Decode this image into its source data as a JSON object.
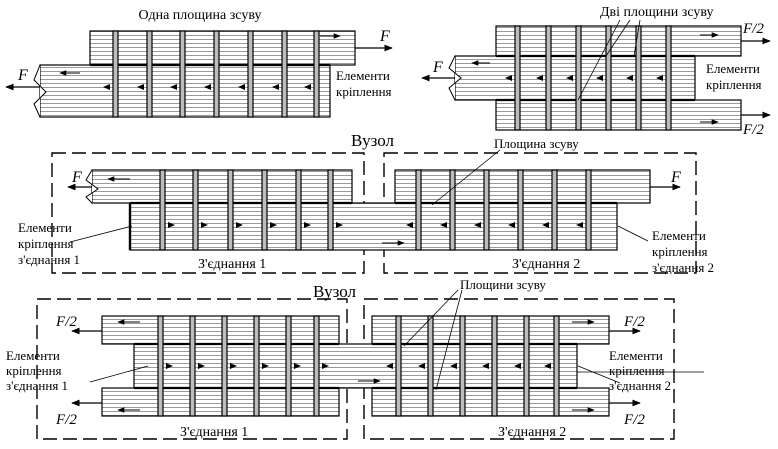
{
  "panel_a": {
    "title": "Одна площина зсуву",
    "force_right": "F",
    "force_left": "F",
    "fastener_label_line1": "Елементи",
    "fastener_label_line2": "кріплення"
  },
  "panel_b": {
    "title": "Дві площини зсуву",
    "force_left": "F",
    "force_top_right": "F/2",
    "force_bottom_right": "F/2",
    "fastener_label_line1": "Елементи",
    "fastener_label_line2": "кріплення"
  },
  "panel_c": {
    "node_label": "Вузол",
    "shear_plane_label": "Площина зсуву",
    "force_left": "F",
    "force_right": "F",
    "left_fastener_line1": "Елементи",
    "left_fastener_line2": "кріплення",
    "left_fastener_line3": "з'єднання 1",
    "right_fastener_line1": "Елементи",
    "right_fastener_line2": "кріплення",
    "right_fastener_line3": "з'єднання 2",
    "joint1_label": "З'єднання 1",
    "joint2_label": "З'єднання 2"
  },
  "panel_d": {
    "node_label": "Вузол",
    "shear_planes_label": "Площини зсуву",
    "force_top_left": "F/2",
    "force_bottom_left": "F/2",
    "force_top_right": "F/2",
    "force_bottom_right": "F/2",
    "left_fastener_line1": "Елементи",
    "left_fastener_line2": "кріплення",
    "left_fastener_line3": "з'єднання 1",
    "right_fastener_line1": "Елементи",
    "right_fastener_line2": "кріплення",
    "right_fastener_line3": "з'єднання 2",
    "joint1_label": "З'єднання 1",
    "joint2_label": "З'єднання 2"
  }
}
